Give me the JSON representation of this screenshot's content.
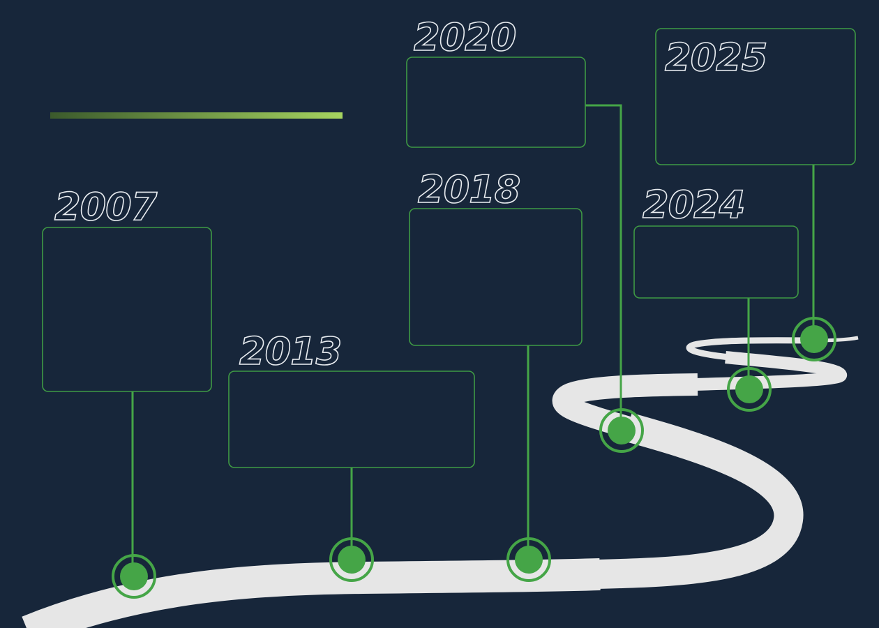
{
  "accent_colors": {
    "background": "#17263a",
    "green": "#45a547",
    "road": "#e6e6e6",
    "bar_start": "#3b5a2c",
    "bar_end": "#a6d45f"
  },
  "milestones": [
    {
      "year": "2007"
    },
    {
      "year": "2013"
    },
    {
      "year": "2018"
    },
    {
      "year": "2020"
    },
    {
      "year": "2024"
    },
    {
      "year": "2025"
    }
  ]
}
